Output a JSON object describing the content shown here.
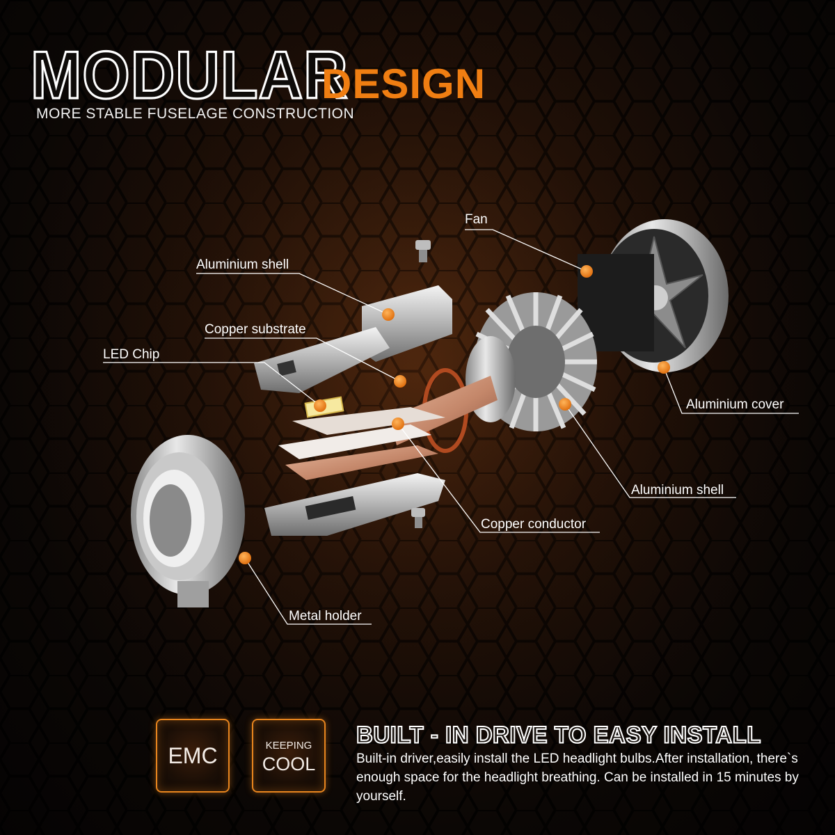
{
  "header": {
    "title_main": "MODULAR",
    "title_accent": "DESIGN",
    "subtitle": "MORE STABLE FUSELAGE CONSTRUCTION"
  },
  "callouts": {
    "fan": "Fan",
    "aluminium_shell_top": "Aluminium shell",
    "copper_substrate": "Copper substrate",
    "led_chip": "LED Chip",
    "aluminium_cover": "Aluminium cover",
    "aluminium_shell_right": "Aluminium shell",
    "copper_conductor": "Copper conductor",
    "metal_holder": "Metal holder"
  },
  "badges": {
    "emc": "EMC",
    "keeping": "KEEPING",
    "cool": "COOL"
  },
  "footer": {
    "heading": "BUILT - IN DRIVE TO EASY INSTALL",
    "description": "Built-in driver,easily install the LED headlight bulbs.After installation, there`s enough space for the headlight breathing. Can be installed in 15 minutes by yourself."
  },
  "colors": {
    "accent": "#f07e12",
    "marker": "#f08a24",
    "background": "#0c0806",
    "copper": "#c98a6a"
  },
  "icons": {
    "callout_marker": "orange-dot-marker",
    "screw": "screw-icon"
  }
}
